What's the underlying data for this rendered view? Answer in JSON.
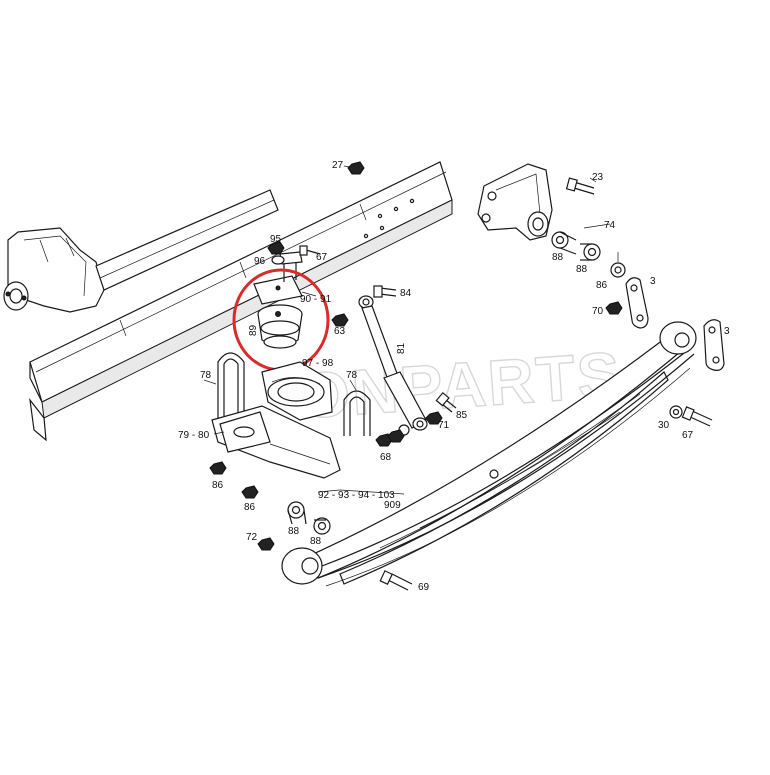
{
  "watermark": "ONPARTS",
  "highlight": {
    "color": "#d92b2b"
  },
  "labels": [
    {
      "id": "27",
      "text": "27"
    },
    {
      "id": "23",
      "text": "23"
    },
    {
      "id": "74",
      "text": "74"
    },
    {
      "id": "95",
      "text": "95"
    },
    {
      "id": "96",
      "text": "96"
    },
    {
      "id": "67a",
      "text": "67"
    },
    {
      "id": "88a",
      "text": "88"
    },
    {
      "id": "88b",
      "text": "88"
    },
    {
      "id": "86a",
      "text": "86"
    },
    {
      "id": "3a",
      "text": "3"
    },
    {
      "id": "84",
      "text": "84"
    },
    {
      "id": "90-91",
      "text": "90 - 91"
    },
    {
      "id": "63",
      "text": "63"
    },
    {
      "id": "89",
      "text": "89"
    },
    {
      "id": "70",
      "text": "70"
    },
    {
      "id": "81",
      "text": "81"
    },
    {
      "id": "3b",
      "text": "3"
    },
    {
      "id": "97-98",
      "text": "97 - 98"
    },
    {
      "id": "78a",
      "text": "78"
    },
    {
      "id": "78b",
      "text": "78"
    },
    {
      "id": "85",
      "text": "85"
    },
    {
      "id": "71",
      "text": "71"
    },
    {
      "id": "30",
      "text": "30"
    },
    {
      "id": "67b",
      "text": "67"
    },
    {
      "id": "79-80",
      "text": "79 - 80"
    },
    {
      "id": "68",
      "text": "68"
    },
    {
      "id": "86b",
      "text": "86"
    },
    {
      "id": "86c",
      "text": "86"
    },
    {
      "id": "92-103",
      "text": "92 - 93 - 94 - 103"
    },
    {
      "id": "909",
      "text": "909"
    },
    {
      "id": "88c",
      "text": "88"
    },
    {
      "id": "88d",
      "text": "88"
    },
    {
      "id": "72",
      "text": "72"
    },
    {
      "id": "69",
      "text": "69"
    }
  ]
}
